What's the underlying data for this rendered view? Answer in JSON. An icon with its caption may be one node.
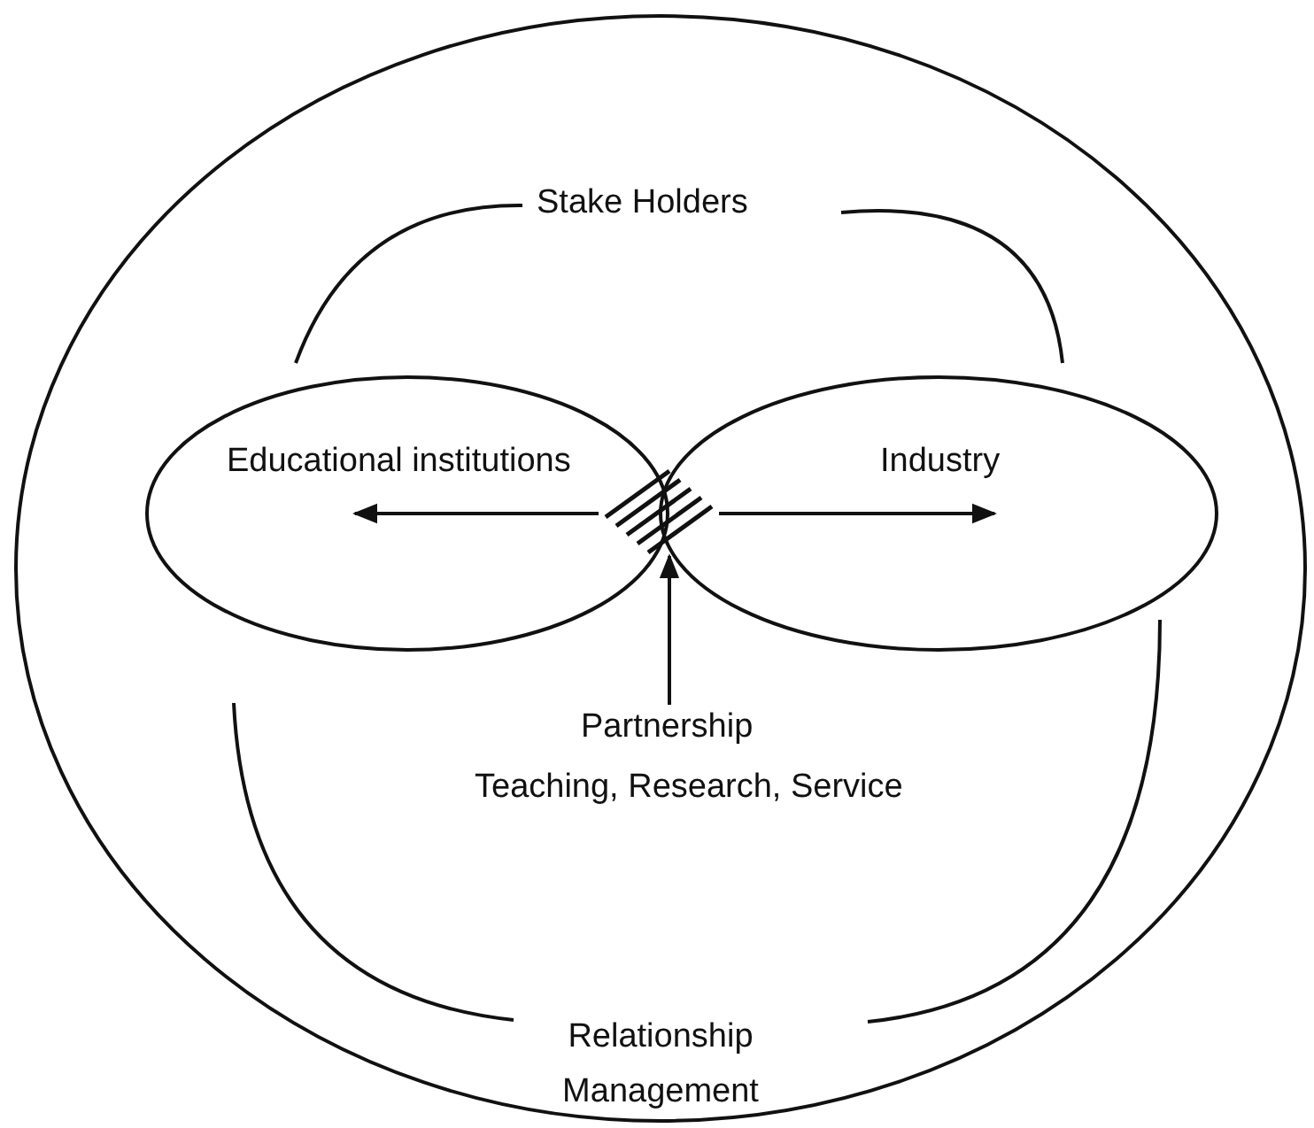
{
  "diagram": {
    "nodes": [
      {
        "text": [],
        "shape": "ellipse"
      },
      {
        "text": [
          "Educational institutions"
        ],
        "in": 0
      },
      {
        "text": [
          "Industry"
        ],
        "in": 0
      },
      {
        "text": [],
        "shape": "hatching",
        "in": 0
      },
      {
        "text": [
          "Partnership",
          "Teaching, Research, Service"
        ],
        "in": 0
      }
    ],
    "edges": [
      {
        "from": 3,
        "to": 1,
        "arrow": "to"
      },
      {
        "from": 3,
        "to": 2,
        "arrow": "to"
      },
      {
        "from": 4,
        "to": 3,
        "arrow": "to"
      }
    ],
    "labels": [
      "Stake Holders",
      "Relationship Management"
    ]
  }
}
